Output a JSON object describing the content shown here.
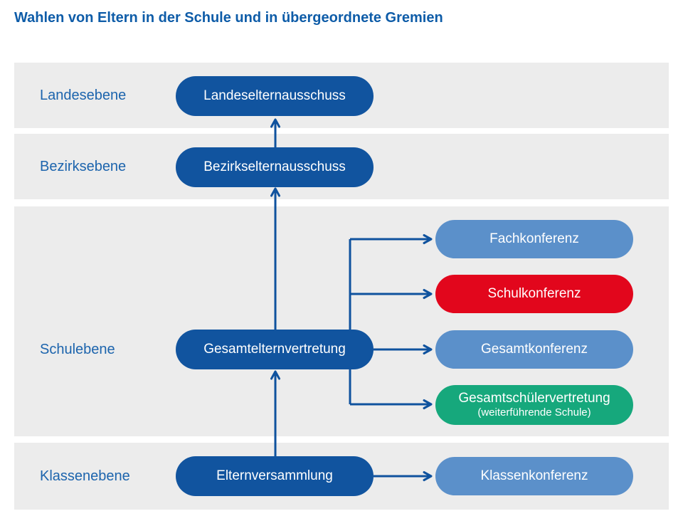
{
  "title": "Wahlen von Eltern in der Schule und in übergeordnete Gremien",
  "colors": {
    "title_blue": "#0e5ca8",
    "band_label_blue": "#1c64ad",
    "band_gray": "#ececec",
    "node_dark_blue": "#11549f",
    "node_light_blue": "#5b90ca",
    "node_red": "#e2061c",
    "node_green": "#16a87c",
    "connector_blue": "#0f529e",
    "node_text": "#ffffff"
  },
  "bands": [
    {
      "label": "Landesebene"
    },
    {
      "label": "Bezirksebene"
    },
    {
      "label": "Schulebene"
    },
    {
      "label": "Klassenebene"
    }
  ],
  "nodes": {
    "landeselternausschuss": {
      "label": "Landeselternausschuss",
      "color": "dark-blue",
      "band": "Landesebene"
    },
    "bezirkselternausschuss": {
      "label": "Bezirkselternausschuss",
      "color": "dark-blue",
      "band": "Bezirksebene"
    },
    "gesamtelternvertretung": {
      "label": "Gesamtelternvertretung",
      "color": "dark-blue",
      "band": "Schulebene"
    },
    "elternversammlung": {
      "label": "Elternversammlung",
      "color": "dark-blue",
      "band": "Klassenebene"
    },
    "fachkonferenz": {
      "label": "Fachkonferenz",
      "color": "light-blue",
      "band": "Schulebene"
    },
    "schulkonferenz": {
      "label": "Schulkonferenz",
      "color": "red",
      "band": "Schulebene"
    },
    "gesamtkonferenz": {
      "label": "Gesamtkonferenz",
      "color": "light-blue",
      "band": "Schulebene"
    },
    "gesamtschuelervertretung": {
      "label": "Gesamtschülervertretung",
      "sublabel": "(weiterführende Schule)",
      "color": "green",
      "band": "Schulebene"
    },
    "klassenkonferenz": {
      "label": "Klassenkonferenz",
      "color": "light-blue",
      "band": "Klassenebene"
    }
  },
  "connections": [
    {
      "from": "Elternversammlung",
      "to": "Gesamtelternvertretung",
      "direction": "up"
    },
    {
      "from": "Gesamtelternvertretung",
      "to": "Bezirkselternausschuss",
      "direction": "up"
    },
    {
      "from": "Bezirkselternausschuss",
      "to": "Landeselternausschuss",
      "direction": "up"
    },
    {
      "from": "Gesamtelternvertretung",
      "to": "Fachkonferenz",
      "direction": "right"
    },
    {
      "from": "Gesamtelternvertretung",
      "to": "Schulkonferenz",
      "direction": "right"
    },
    {
      "from": "Gesamtelternvertretung",
      "to": "Gesamtkonferenz",
      "direction": "right"
    },
    {
      "from": "Gesamtelternvertretung",
      "to": "Gesamtschülervertretung",
      "direction": "right"
    },
    {
      "from": "Elternversammlung",
      "to": "Klassenkonferenz",
      "direction": "right"
    }
  ]
}
